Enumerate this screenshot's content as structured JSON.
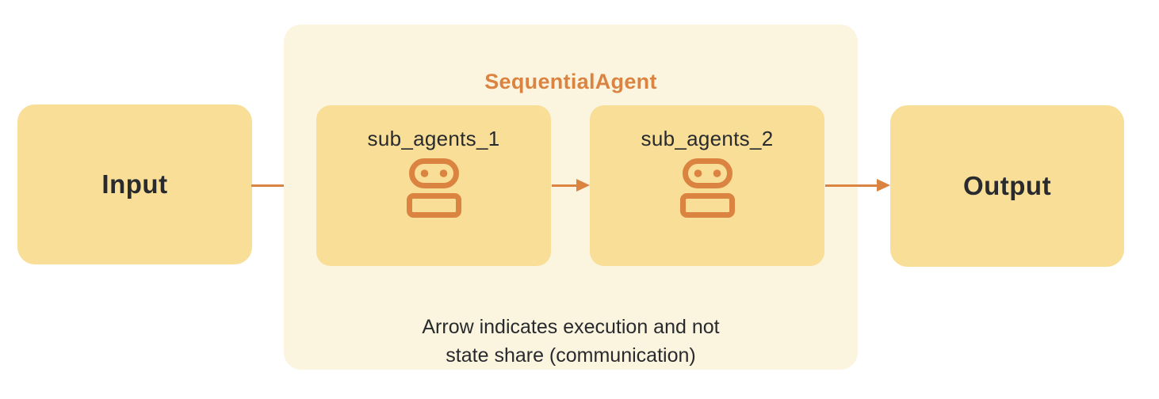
{
  "diagram": {
    "input_label": "Input",
    "output_label": "Output",
    "container": {
      "title": "SequentialAgent",
      "sub_agents": [
        {
          "label": "sub_agents_1",
          "icon": "robot-icon"
        },
        {
          "label": "sub_agents_2",
          "icon": "robot-icon"
        }
      ],
      "caption_line1": "Arrow indicates execution and not",
      "caption_line2": "state share (communication)"
    },
    "arrows": [
      {
        "name": "arrow-input-to-sub1",
        "direction": "right"
      },
      {
        "name": "arrow-sub1-to-sub2",
        "direction": "right"
      },
      {
        "name": "arrow-sub2-to-output",
        "direction": "right"
      }
    ],
    "colors": {
      "background": "#FFFFFF",
      "container_fill": "#FBF4DE",
      "node_fill": "#F8DE97",
      "accent_orange": "#DB8340",
      "text_dark": "#282A2E"
    }
  }
}
